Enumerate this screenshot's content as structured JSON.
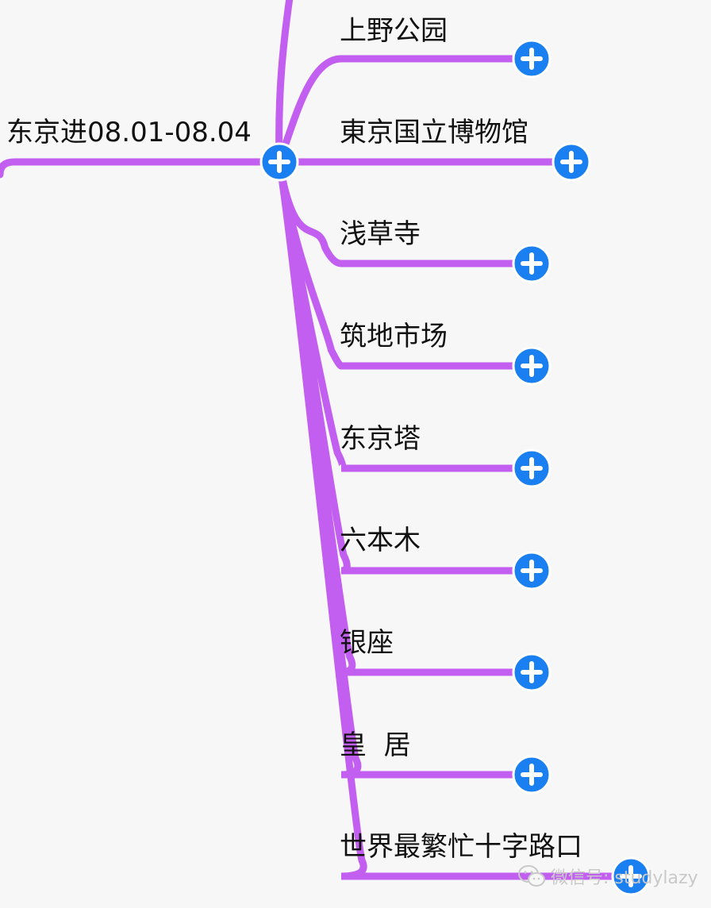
{
  "central_topic": {
    "label": "东京进08.01-08.04"
  },
  "branches": [
    {
      "label": "上野公园"
    },
    {
      "label": "東京国立博物馆"
    },
    {
      "label": "浅草寺"
    },
    {
      "label": "筑地市场"
    },
    {
      "label": "东京塔"
    },
    {
      "label": "六本木"
    },
    {
      "label": "银座"
    },
    {
      "label": "皇  居"
    },
    {
      "label": "世界最繁忙十字路口"
    }
  ],
  "watermark": {
    "text": "微信号: studylazy",
    "icon": "wechat-icon"
  },
  "colors": {
    "branch_line": "#c25ef0",
    "expand_button": "#1a7ff0",
    "expand_border": "#ffffff",
    "text": "#111111",
    "background": "#f7f7f7",
    "watermark": "#c9c9c9"
  },
  "icons": {
    "expand": "plus-icon"
  }
}
